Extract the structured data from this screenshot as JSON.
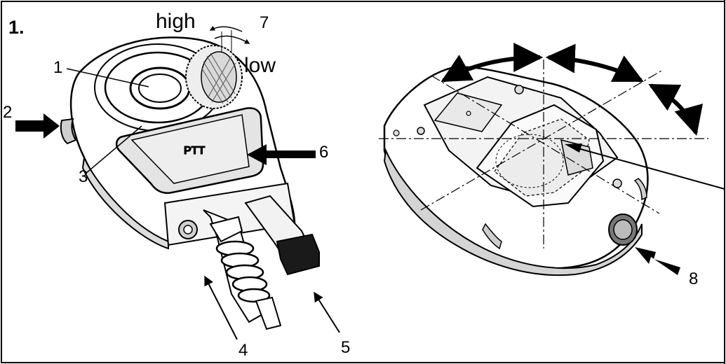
{
  "figure_number": "1.",
  "dial": {
    "high": "high",
    "low": "low"
  },
  "callouts": {
    "c1": "1",
    "c2": "2",
    "c3": "3",
    "c4": "4",
    "c5": "5",
    "c6": "6",
    "c7": "7",
    "c8": "8"
  },
  "button_text": "PTT"
}
